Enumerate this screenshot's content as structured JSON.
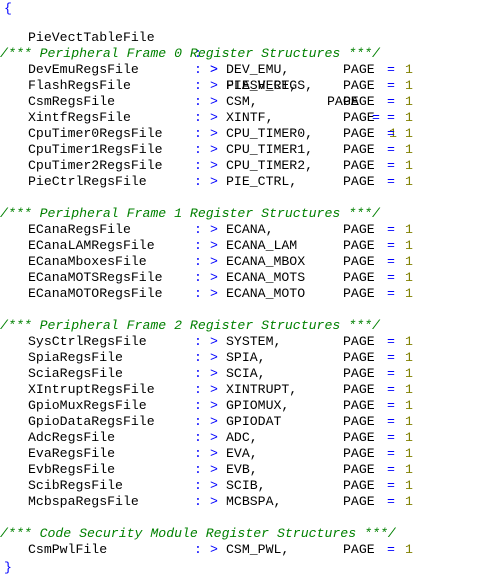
{
  "brace_open": "{",
  "brace_close": "}",
  "op_colon": ":",
  "op_gt": ">",
  "page_keyword": "PAGE",
  "op_eq": "=",
  "pie_vect": {
    "name": "PieVectTableFile",
    "section": "PIE_VECT,",
    "page": "1"
  },
  "frame0": {
    "comment": "/*** Peripheral Frame 0 Register Structures ***/",
    "rows": [
      {
        "name": "DevEmuRegsFile",
        "section": "DEV_EMU,",
        "page": "1"
      },
      {
        "name": "FlashRegsFile",
        "section": "FLASH_REGS,",
        "page": "1"
      },
      {
        "name": "CsmRegsFile",
        "section": "CSM,",
        "page": "1"
      },
      {
        "name": "XintfRegsFile",
        "section": "XINTF,",
        "page": "1"
      },
      {
        "name": "CpuTimer0RegsFile",
        "section": "CPU_TIMER0,",
        "page": "1"
      },
      {
        "name": "CpuTimer1RegsFile",
        "section": "CPU_TIMER1,",
        "page": "1"
      },
      {
        "name": "CpuTimer2RegsFile",
        "section": "CPU_TIMER2,",
        "page": "1"
      },
      {
        "name": "PieCtrlRegsFile",
        "section": "PIE_CTRL,",
        "page": "1"
      }
    ]
  },
  "frame1": {
    "comment": "/*** Peripheral Frame 1 Register Structures ***/",
    "rows": [
      {
        "name": "ECanaRegsFile",
        "section": "ECANA,",
        "page": "1"
      },
      {
        "name": "ECanaLAMRegsFile",
        "section": "ECANA_LAM",
        "page": "1"
      },
      {
        "name": "ECanaMboxesFile",
        "section": "ECANA_MBOX",
        "page": "1"
      },
      {
        "name": "ECanaMOTSRegsFile",
        "section": "ECANA_MOTS",
        "page": "1"
      },
      {
        "name": "ECanaMOTORegsFile",
        "section": "ECANA_MOTO",
        "page": "1"
      }
    ]
  },
  "frame2": {
    "comment": "/*** Peripheral Frame 2 Register Structures ***/",
    "rows": [
      {
        "name": "SysCtrlRegsFile",
        "section": "SYSTEM,",
        "page": "1"
      },
      {
        "name": "SpiaRegsFile",
        "section": "SPIA,",
        "page": "1"
      },
      {
        "name": "SciaRegsFile",
        "section": "SCIA,",
        "page": "1"
      },
      {
        "name": "XIntruptRegsFile",
        "section": "XINTRUPT,",
        "page": "1"
      },
      {
        "name": "GpioMuxRegsFile",
        "section": "GPIOMUX,",
        "page": "1"
      },
      {
        "name": "GpioDataRegsFile",
        "section": "GPIODAT",
        "page": "1"
      },
      {
        "name": "AdcRegsFile",
        "section": "ADC,",
        "page": "1"
      },
      {
        "name": "EvaRegsFile",
        "section": "EVA,",
        "page": "1"
      },
      {
        "name": "EvbRegsFile",
        "section": "EVB,",
        "page": "1"
      },
      {
        "name": "ScibRegsFile",
        "section": "SCIB,",
        "page": "1"
      },
      {
        "name": "McbspaRegsFile",
        "section": "MCBSPA,",
        "page": "1"
      }
    ]
  },
  "csm": {
    "comment": "/*** Code Security Module Register Structures ***/",
    "rows": [
      {
        "name": "CsmPwlFile",
        "section": "CSM_PWL,",
        "page": "1"
      }
    ]
  },
  "colors": {
    "keyword_operator": "#0000ff",
    "comment": "#008000",
    "number": "#808000",
    "text": "#000000",
    "background": "#ffffff"
  }
}
